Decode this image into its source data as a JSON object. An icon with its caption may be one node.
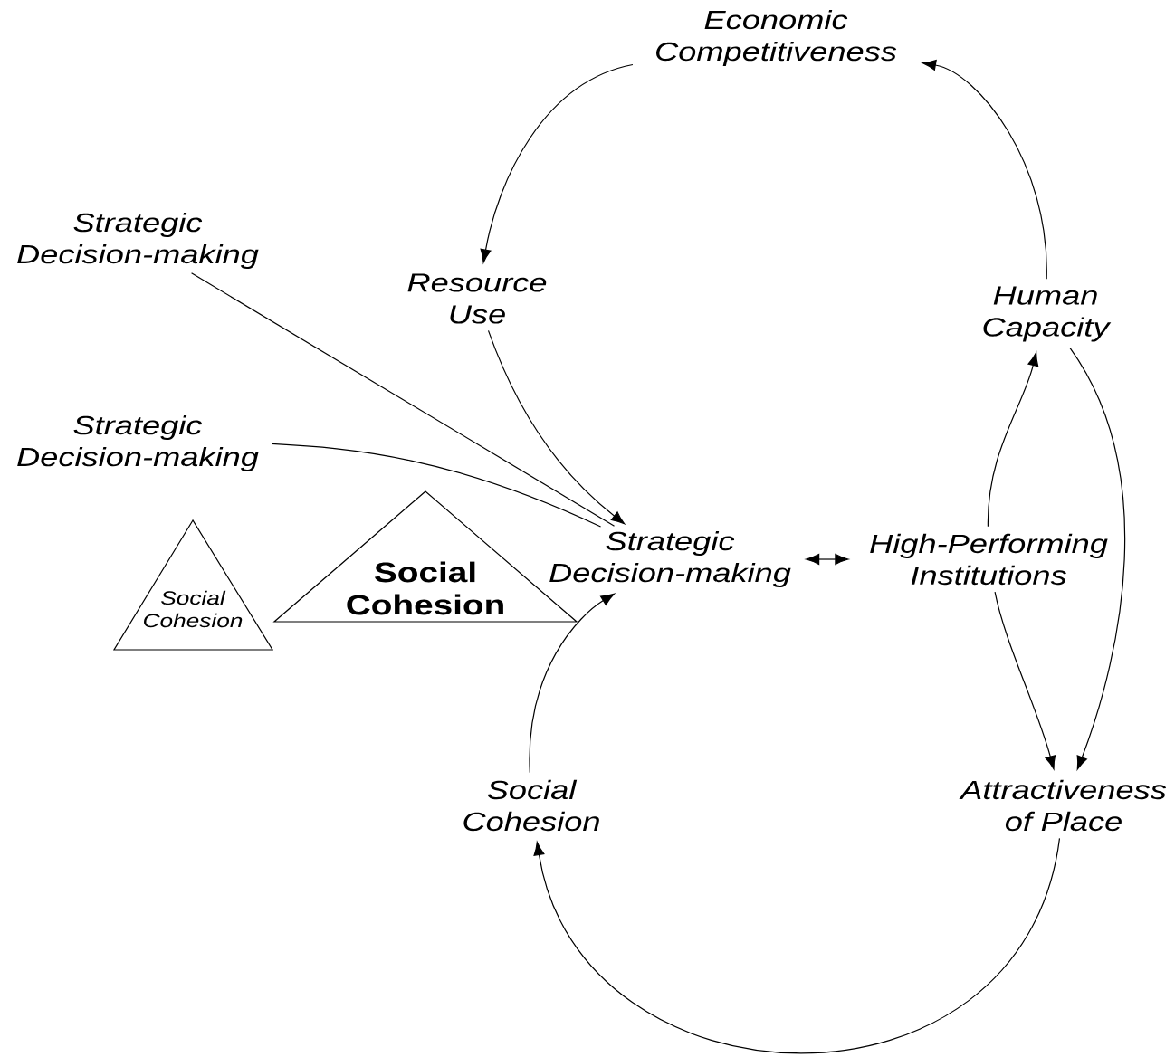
{
  "diagram": {
    "nodes": [
      {
        "text": [
          "Economic Competitiveness"
        ]
      },
      {
        "text": [
          "Strategic Decision-making"
        ]
      },
      {
        "text": [
          "Resource Use"
        ]
      },
      {
        "text": [
          "Human Capacity"
        ]
      },
      {
        "text": [
          "Strategic Decision-making"
        ]
      },
      {
        "text": [
          "Social Cohesion"
        ]
      },
      {
        "text": [
          "Social Cohesion"
        ]
      },
      {
        "text": [
          "Strategic Decision-making"
        ]
      },
      {
        "text": [
          "High-Performing Institutions"
        ]
      },
      {
        "text": [
          "Social Cohesion"
        ]
      },
      {
        "text": [
          "Attractiveness of Place"
        ]
      }
    ],
    "edges": [
      {
        "from": 3,
        "to": 0,
        "arrow": "to"
      },
      {
        "from": 0,
        "to": 2,
        "arrow": "to"
      },
      {
        "from": 2,
        "to": 7,
        "arrow": "to"
      },
      {
        "from": 7,
        "to": 8,
        "arrow": "both"
      },
      {
        "from": 8,
        "to": 3,
        "arrow": "to"
      },
      {
        "from": 3,
        "to": 10,
        "arrow": "to"
      },
      {
        "from": 8,
        "to": 10,
        "arrow": "to"
      },
      {
        "from": 10,
        "to": 9,
        "arrow": "to"
      },
      {
        "from": 9,
        "to": 7,
        "arrow": "to"
      },
      {
        "from": 1,
        "to": 7,
        "arrow": "none"
      },
      {
        "from": 4,
        "to": 7,
        "arrow": "none"
      }
    ]
  }
}
